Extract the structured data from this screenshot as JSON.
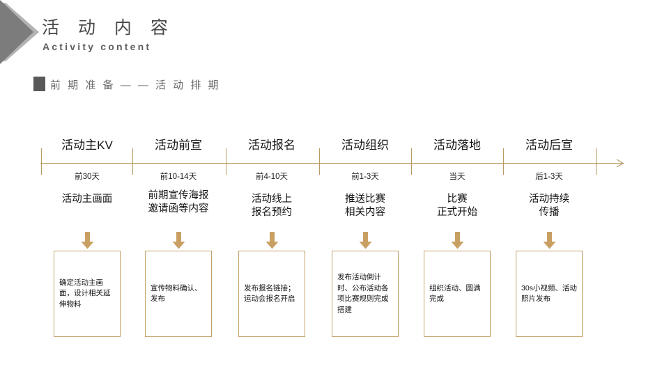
{
  "header": {
    "title_cn": "活 动 内 容",
    "title_en": "Activity content",
    "subtitle": "前 期 准 备 — — 活 动 排 期",
    "accent_color": "#595959",
    "title_color": "#4a4a4a"
  },
  "timeline": {
    "line_color": "#b89a63",
    "box_border_color": "#c4a16a",
    "arrow_color": "#c9a063",
    "tick_positions": [
      59,
      190,
      324,
      458,
      590,
      722,
      855
    ],
    "columns": [
      {
        "title": "活动主KV",
        "when": "前30天",
        "desc": "活动主画面",
        "note": "确定活动主画面，设计相关延伸物料"
      },
      {
        "title": "活动前宣",
        "when": "前10-14天",
        "desc": "前期宣传海报\n邀请函等内容",
        "note": "宣传物料确认、发布"
      },
      {
        "title": "活动报名",
        "when": "前4-10天",
        "desc": "活动线上\n报名预约",
        "note": "发布报名链接；运动会报名开启"
      },
      {
        "title": "活动组织",
        "when": "前1-3天",
        "desc": "推送比赛\n相关内容",
        "note": "发布活动倒计时、公布活动各项比赛规则完成搭建"
      },
      {
        "title": "活动落地",
        "when": "当天",
        "desc": "比赛\n正式开始",
        "note": "组织活动、圆满完成"
      },
      {
        "title": "活动后宣",
        "when": "后1-3天",
        "desc": "活动持续\n传播",
        "note": "30s小视频、活动照片发布"
      }
    ]
  }
}
